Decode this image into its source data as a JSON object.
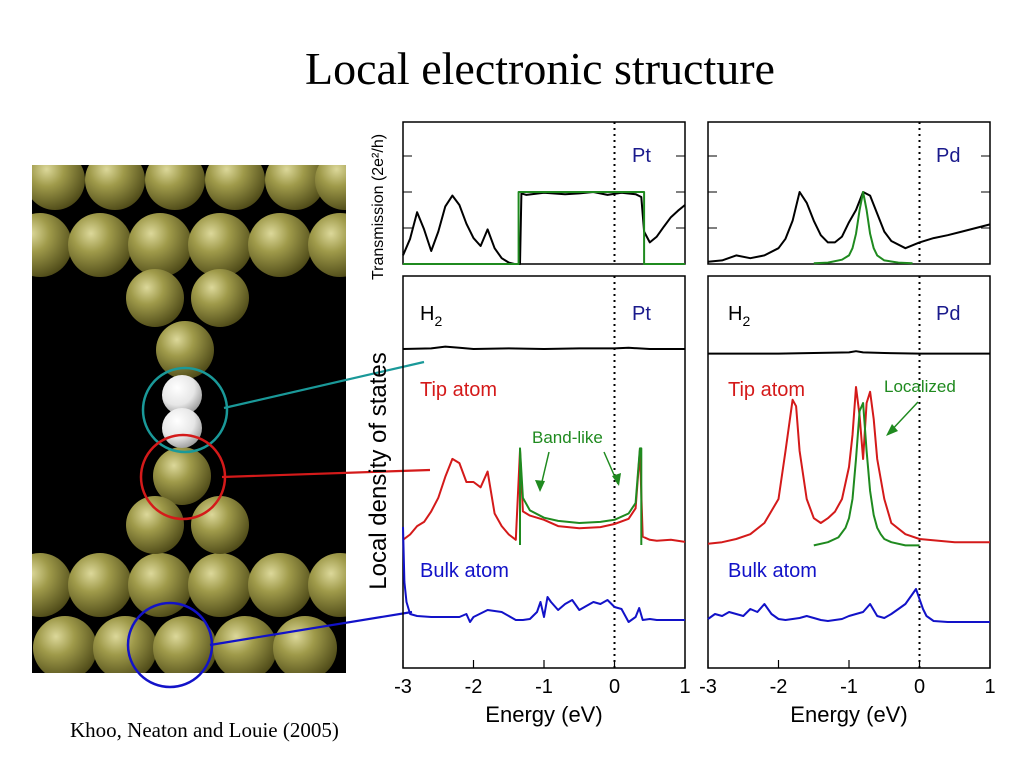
{
  "slide": {
    "title": "Local electronic structure",
    "citation": "Khoo, Neaton and Louie (2005)"
  },
  "colors": {
    "gold_atom": "#8f8a3c",
    "hydrogen_atom": "#f2f2f2",
    "h2_curve": "#000000",
    "tip_curve": "#d41a1a",
    "bulk_curve": "#1212c8",
    "model_curve": "#1f8a1f",
    "metal_label": "#1a1a8c",
    "h2_circle": "#1a9999",
    "tip_circle": "#d41a1a",
    "bulk_circle": "#1212c8"
  },
  "chart_data": [
    {
      "type": "line",
      "panel": "Pt transmission",
      "metal": "Pt",
      "ylabel": "Transmission (2e²/h)",
      "xlim": [
        -3,
        1
      ],
      "fermi_level": 0,
      "series": [
        {
          "role": "calculated",
          "color": "black",
          "x": [
            -3.0,
            -2.9,
            -2.8,
            -2.7,
            -2.6,
            -2.5,
            -2.4,
            -2.3,
            -2.2,
            -2.1,
            -2.0,
            -1.9,
            -1.8,
            -1.7,
            -1.6,
            -1.5,
            -1.42,
            -1.34,
            -1.32,
            -1.25,
            -1.0,
            -0.7,
            -0.5,
            -0.3,
            -0.1,
            0.1,
            0.3,
            0.38,
            0.42,
            0.5,
            0.6,
            0.7,
            0.8,
            0.9,
            1.0
          ],
          "y": [
            0.12,
            0.35,
            0.72,
            0.48,
            0.18,
            0.45,
            0.8,
            0.95,
            0.82,
            0.56,
            0.36,
            0.25,
            0.48,
            0.22,
            0.08,
            0.02,
            0.0,
            0.0,
            0.98,
            0.96,
            0.99,
            0.97,
            0.98,
            1.0,
            0.96,
            0.99,
            0.97,
            0.93,
            0.45,
            0.3,
            0.38,
            0.52,
            0.65,
            0.74,
            0.82
          ]
        },
        {
          "role": "band-like model",
          "color": "green",
          "x": [
            -3.0,
            -1.36,
            -1.36,
            0.42,
            0.42,
            1.0
          ],
          "y": [
            0.0,
            0.0,
            1.0,
            1.0,
            0.0,
            0.0
          ]
        }
      ]
    },
    {
      "type": "line",
      "panel": "Pd transmission",
      "metal": "Pd",
      "xlim": [
        -3,
        1
      ],
      "fermi_level": 0,
      "series": [
        {
          "role": "calculated",
          "color": "black",
          "x": [
            -3.0,
            -2.8,
            -2.6,
            -2.4,
            -2.2,
            -2.0,
            -1.9,
            -1.8,
            -1.7,
            -1.6,
            -1.5,
            -1.4,
            -1.3,
            -1.2,
            -1.1,
            -1.0,
            -0.9,
            -0.8,
            -0.7,
            -0.6,
            -0.5,
            -0.4,
            -0.2,
            0.0,
            0.2,
            0.4,
            0.6,
            0.8,
            1.0
          ],
          "y": [
            0.03,
            0.05,
            0.12,
            0.08,
            0.12,
            0.22,
            0.35,
            0.6,
            1.0,
            0.85,
            0.6,
            0.4,
            0.3,
            0.3,
            0.38,
            0.58,
            0.75,
            1.0,
            0.95,
            0.7,
            0.45,
            0.32,
            0.22,
            0.3,
            0.36,
            0.4,
            0.45,
            0.5,
            0.55
          ]
        },
        {
          "role": "localized model",
          "color": "green",
          "x": [
            -1.5,
            -1.3,
            -1.1,
            -1.0,
            -0.95,
            -0.9,
            -0.85,
            -0.8,
            -0.75,
            -0.7,
            -0.65,
            -0.6,
            -0.5,
            -0.3,
            -0.1
          ],
          "y": [
            0.01,
            0.02,
            0.06,
            0.12,
            0.22,
            0.42,
            0.75,
            1.0,
            0.75,
            0.42,
            0.22,
            0.12,
            0.05,
            0.02,
            0.01
          ]
        }
      ]
    },
    {
      "type": "line",
      "panel": "Pt local density of states",
      "metal": "Pt",
      "ylabel": "Local density of states",
      "xlabel": "Energy (eV)",
      "xlim": [
        -3,
        1
      ],
      "xticks": [
        "-3",
        "-2",
        "-1",
        "0",
        "1"
      ],
      "fermi_level": 0,
      "labels": {
        "h2": "H",
        "h2_sub": "2",
        "tip": "Tip atom",
        "bulk": "Bulk atom",
        "annotation": "Band-like"
      },
      "series": [
        {
          "role": "H2",
          "color": "black",
          "x": [
            -3.0,
            -2.6,
            -2.4,
            -2.2,
            -2.0,
            -1.5,
            -1.0,
            -0.5,
            0.0,
            0.2,
            0.5,
            1.0
          ],
          "y": [
            0.05,
            0.06,
            0.09,
            0.07,
            0.05,
            0.06,
            0.05,
            0.06,
            0.06,
            0.07,
            0.05,
            0.05
          ]
        },
        {
          "role": "Tip atom",
          "color": "red",
          "x": [
            -3.0,
            -2.9,
            -2.8,
            -2.7,
            -2.6,
            -2.5,
            -2.4,
            -2.3,
            -2.2,
            -2.1,
            -2.0,
            -1.9,
            -1.8,
            -1.7,
            -1.6,
            -1.5,
            -1.4,
            -1.34,
            -1.3,
            -1.2,
            -1.0,
            -0.8,
            -0.5,
            -0.2,
            0.0,
            0.2,
            0.3,
            0.36,
            0.4,
            0.5,
            0.6,
            0.8,
            1.0
          ],
          "y": [
            0.05,
            0.1,
            0.18,
            0.22,
            0.32,
            0.45,
            0.65,
            0.82,
            0.78,
            0.6,
            0.6,
            0.55,
            0.7,
            0.3,
            0.18,
            0.1,
            0.05,
            0.9,
            0.32,
            0.28,
            0.24,
            0.18,
            0.16,
            0.17,
            0.2,
            0.25,
            0.35,
            0.9,
            0.08,
            0.05,
            0.04,
            0.05,
            0.03
          ]
        },
        {
          "role": "band-like model",
          "color": "green",
          "x": [
            -1.34,
            -1.34,
            -1.3,
            -1.2,
            -1.0,
            -0.8,
            -0.5,
            -0.2,
            0.0,
            0.2,
            0.3,
            0.36,
            0.38,
            0.38
          ],
          "y": [
            0.0,
            0.92,
            0.45,
            0.33,
            0.26,
            0.23,
            0.21,
            0.22,
            0.24,
            0.3,
            0.4,
            0.92,
            0.92,
            0.0
          ]
        },
        {
          "role": "Bulk atom",
          "color": "blue",
          "x": [
            -3.0,
            -2.98,
            -2.95,
            -2.9,
            -2.8,
            -2.6,
            -2.4,
            -2.2,
            -2.1,
            -2.05,
            -2.0,
            -1.8,
            -1.6,
            -1.4,
            -1.3,
            -1.2,
            -1.1,
            -1.05,
            -1.0,
            -0.95,
            -0.9,
            -0.8,
            -0.7,
            -0.6,
            -0.5,
            -0.4,
            -0.3,
            -0.2,
            -0.1,
            0.0,
            0.1,
            0.2,
            0.3,
            0.35,
            0.4,
            0.5,
            0.6,
            0.8,
            1.0
          ],
          "y": [
            0.95,
            0.4,
            0.2,
            0.08,
            0.06,
            0.05,
            0.05,
            0.05,
            0.08,
            0.0,
            0.05,
            0.12,
            0.1,
            0.02,
            0.02,
            0.03,
            0.1,
            0.2,
            0.05,
            0.25,
            0.2,
            0.12,
            0.18,
            0.22,
            0.12,
            0.16,
            0.2,
            0.18,
            0.22,
            0.15,
            0.13,
            0.0,
            0.05,
            0.14,
            0.02,
            0.03,
            0.02,
            0.02,
            0.02
          ]
        }
      ]
    },
    {
      "type": "line",
      "panel": "Pd local density of states",
      "metal": "Pd",
      "xlabel": "Energy (eV)",
      "xlim": [
        -3,
        1
      ],
      "xticks": [
        "-3",
        "-2",
        "-1",
        "0",
        "1"
      ],
      "fermi_level": 0,
      "labels": {
        "h2": "H",
        "h2_sub": "2",
        "tip": "Tip atom",
        "bulk": "Bulk atom",
        "annotation": "Localized"
      },
      "series": [
        {
          "role": "H2",
          "color": "black",
          "x": [
            -3.0,
            -2.5,
            -2.0,
            -1.5,
            -1.0,
            -0.9,
            -0.8,
            -0.5,
            0.0,
            0.5,
            1.0
          ],
          "y": [
            0.04,
            0.04,
            0.04,
            0.05,
            0.06,
            0.08,
            0.06,
            0.05,
            0.04,
            0.04,
            0.04
          ]
        },
        {
          "role": "Tip atom",
          "color": "red",
          "x": [
            -3.0,
            -2.8,
            -2.6,
            -2.4,
            -2.2,
            -2.0,
            -1.9,
            -1.8,
            -1.75,
            -1.7,
            -1.6,
            -1.5,
            -1.4,
            -1.3,
            -1.2,
            -1.1,
            -1.0,
            -0.95,
            -0.9,
            -0.85,
            -0.8,
            -0.75,
            -0.7,
            -0.65,
            -0.6,
            -0.5,
            -0.4,
            -0.2,
            0.0,
            0.5,
            1.0
          ],
          "y": [
            0.02,
            0.03,
            0.05,
            0.08,
            0.15,
            0.3,
            0.6,
            0.92,
            0.88,
            0.6,
            0.3,
            0.18,
            0.15,
            0.18,
            0.22,
            0.3,
            0.5,
            0.7,
            1.0,
            0.82,
            0.55,
            0.9,
            0.97,
            0.8,
            0.55,
            0.3,
            0.15,
            0.08,
            0.05,
            0.03,
            0.03
          ]
        },
        {
          "role": "localized model",
          "color": "green",
          "x": [
            -1.5,
            -1.3,
            -1.15,
            -1.05,
            -1.0,
            -0.95,
            -0.9,
            -0.85,
            -0.8,
            -0.75,
            -0.7,
            -0.65,
            -0.6,
            -0.55,
            -0.5,
            -0.4,
            -0.2,
            0.0
          ],
          "y": [
            0.01,
            0.03,
            0.06,
            0.12,
            0.18,
            0.3,
            0.55,
            0.85,
            0.9,
            0.6,
            0.35,
            0.2,
            0.12,
            0.08,
            0.05,
            0.03,
            0.01,
            0.01
          ]
        },
        {
          "role": "Bulk atom",
          "color": "blue",
          "x": [
            -3.0,
            -2.9,
            -2.8,
            -2.7,
            -2.6,
            -2.5,
            -2.4,
            -2.3,
            -2.2,
            -2.1,
            -2.0,
            -1.9,
            -1.8,
            -1.7,
            -1.6,
            -1.5,
            -1.4,
            -1.3,
            -1.2,
            -1.1,
            -1.0,
            -0.9,
            -0.8,
            -0.7,
            -0.6,
            -0.5,
            -0.4,
            -0.3,
            -0.2,
            -0.1,
            -0.05,
            0.0,
            0.05,
            0.1,
            0.2,
            0.4,
            0.6,
            0.8,
            1.0
          ],
          "y": [
            0.05,
            0.1,
            0.08,
            0.12,
            0.1,
            0.08,
            0.15,
            0.12,
            0.2,
            0.1,
            0.05,
            0.04,
            0.05,
            0.06,
            0.08,
            0.06,
            0.04,
            0.03,
            0.04,
            0.05,
            0.08,
            0.1,
            0.12,
            0.2,
            0.08,
            0.06,
            0.1,
            0.15,
            0.2,
            0.3,
            0.35,
            0.25,
            0.15,
            0.08,
            0.03,
            0.02,
            0.02,
            0.02,
            0.02
          ]
        }
      ]
    }
  ]
}
